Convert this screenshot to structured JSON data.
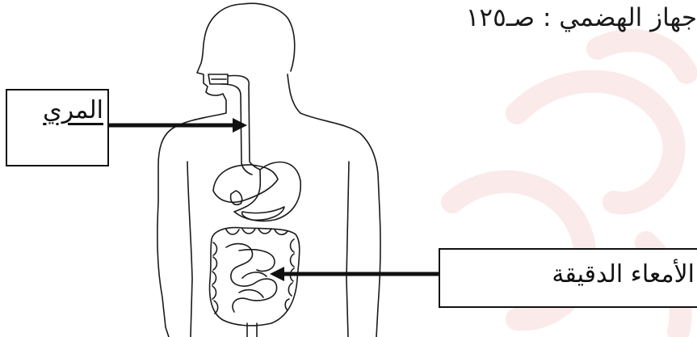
{
  "title": "جهاز الهضمي : صـ١٢٥",
  "labels": {
    "esophagus": "المري",
    "small_intestine": "الأمعاء الدقيقة"
  },
  "colors": {
    "line": "#1a1a1a",
    "arrow": "#111111",
    "background": "#ffffff",
    "watermark": "#fbeaea"
  },
  "icons": {
    "arrow_esophagus": "arrow-right",
    "arrow_intestine": "arrow-left"
  }
}
